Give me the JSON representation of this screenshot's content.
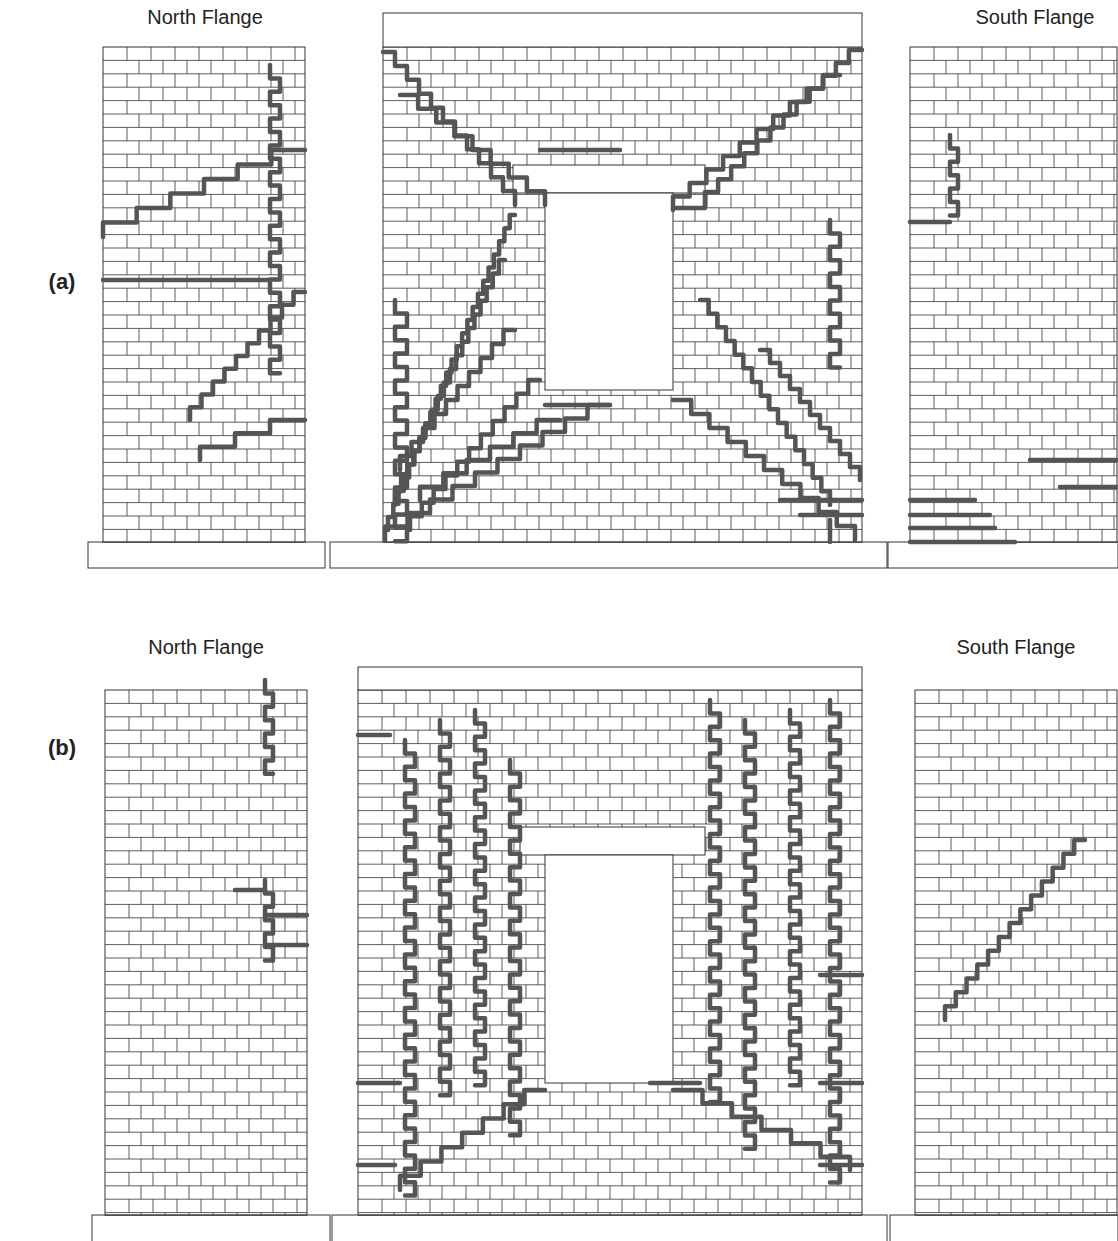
{
  "diagram": {
    "labels": [
      "North Flange",
      "South Flange",
      "(a)",
      "North Flange",
      "South Flange",
      "(b)"
    ]
  }
}
